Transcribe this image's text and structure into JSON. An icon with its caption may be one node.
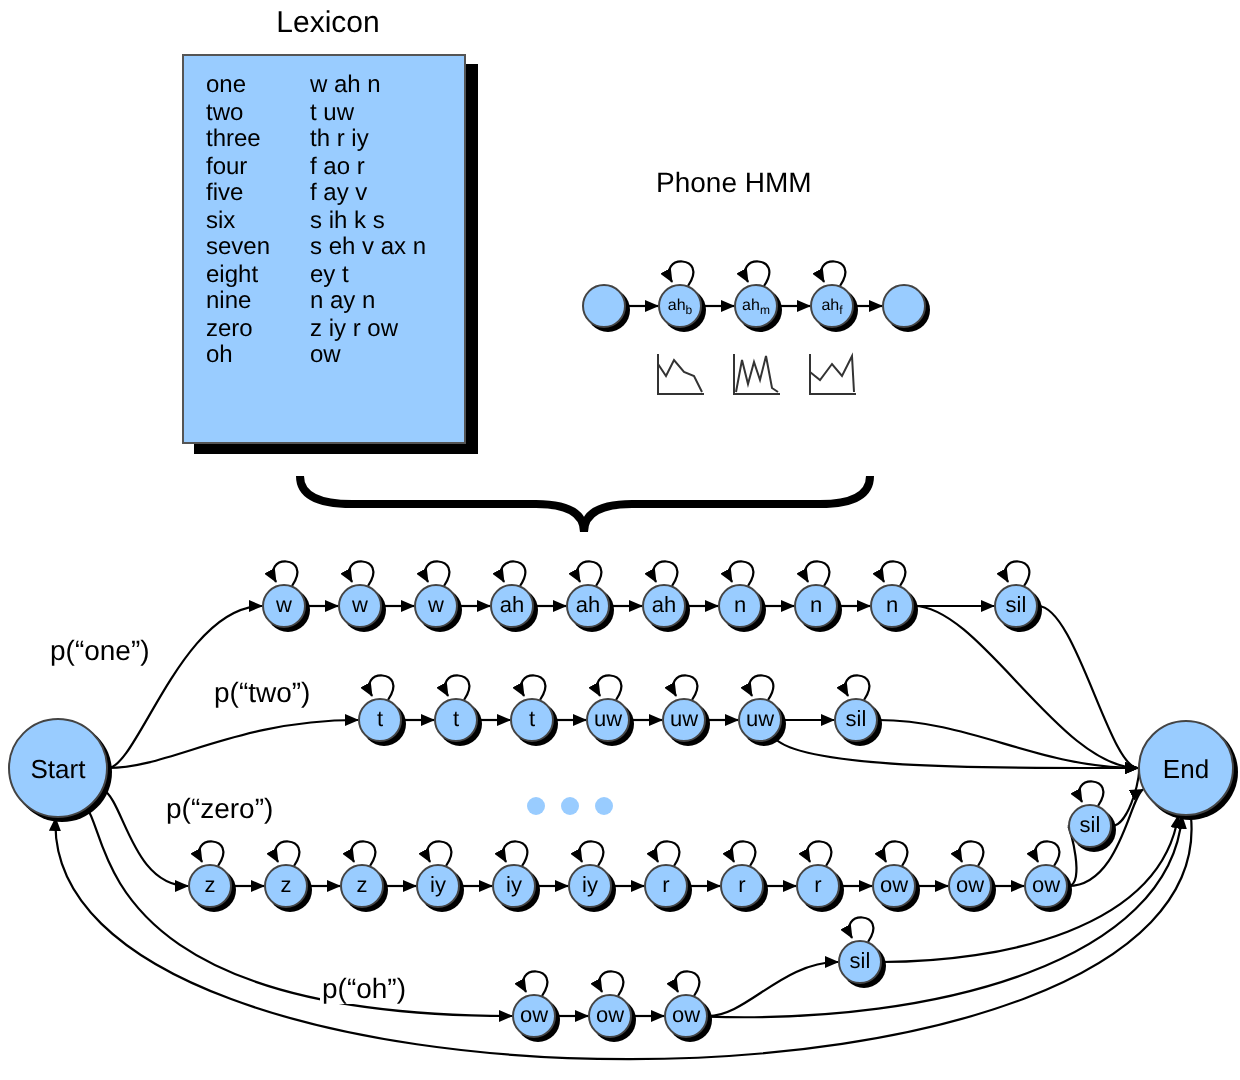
{
  "diagram": {
    "nodes": [
      {
        "text": [
          "Lexicon",
          "one",
          "w ah n",
          "two",
          "t uw",
          "three",
          "th r iy",
          "four",
          "f ao r",
          "five",
          "f ay v",
          "six",
          "s ih k s",
          "seven",
          "s eh v ax n",
          "eight",
          "ey t",
          "nine",
          "n ay n",
          "zero",
          "z iy r ow",
          "oh",
          "ow"
        ]
      },
      {
        "text": [],
        "shape": "circle"
      },
      {
        "text": [
          "ah$_{b}$"
        ]
      },
      {
        "text": [
          "ah$_{m}$"
        ]
      },
      {
        "text": [
          "ah$_{f}$"
        ]
      },
      {
        "text": [],
        "shape": "circle"
      },
      {
        "text": [
          "Start"
        ]
      },
      {
        "text": [
          "w"
        ]
      },
      {
        "text": [
          "w"
        ]
      },
      {
        "text": [
          "w"
        ]
      },
      {
        "text": [
          "ah"
        ]
      },
      {
        "text": [
          "ah"
        ]
      },
      {
        "text": [
          "ah"
        ]
      },
      {
        "text": [
          "n"
        ]
      },
      {
        "text": [
          "n"
        ]
      },
      {
        "text": [
          "n"
        ]
      },
      {
        "text": [
          "sil"
        ]
      },
      {
        "text": [
          "t"
        ]
      },
      {
        "text": [
          "t"
        ]
      },
      {
        "text": [
          "t"
        ]
      },
      {
        "text": [
          "uw"
        ]
      },
      {
        "text": [
          "uw"
        ]
      },
      {
        "text": [
          "uw"
        ]
      },
      {
        "text": [
          "sil"
        ]
      },
      {
        "text": [
          "z"
        ]
      },
      {
        "text": [
          "z"
        ]
      },
      {
        "text": [
          "z"
        ]
      },
      {
        "text": [
          "iy"
        ]
      },
      {
        "text": [
          "iy"
        ]
      },
      {
        "text": [
          "iy"
        ]
      },
      {
        "text": [
          "r"
        ]
      },
      {
        "text": [
          "r"
        ]
      },
      {
        "text": [
          "r"
        ]
      },
      {
        "text": [
          "ow"
        ]
      },
      {
        "text": [
          "ow"
        ]
      },
      {
        "text": [
          "ow"
        ]
      },
      {
        "text": [
          "sil"
        ]
      },
      {
        "text": [
          "ow"
        ]
      },
      {
        "text": [
          "ow"
        ]
      },
      {
        "text": [
          "ow"
        ]
      },
      {
        "text": [
          "sil"
        ]
      },
      {
        "text": [
          "End"
        ]
      }
    ],
    "edges": [
      {
        "from": 1,
        "to": 2,
        "arrow": "to"
      },
      {
        "from": 2,
        "to": 2,
        "arrow": "to"
      },
      {
        "from": 2,
        "to": 3,
        "arrow": "to"
      },
      {
        "from": 3,
        "to": 3,
        "arrow": "to"
      },
      {
        "from": 3,
        "to": 4,
        "arrow": "to"
      },
      {
        "from": 4,
        "to": 4,
        "arrow": "to"
      },
      {
        "from": 4,
        "to": 5,
        "arrow": "to"
      },
      {
        "from": 6,
        "to": 7,
        "arrow": "to",
        "label": "p(“one”)"
      },
      {
        "from": 6,
        "to": 17,
        "arrow": "to",
        "label": "p(“two”)"
      },
      {
        "from": 6,
        "to": 24,
        "arrow": "to",
        "label": "p(“zero”)"
      },
      {
        "from": 6,
        "to": 37,
        "arrow": "to",
        "label": "p(“oh”)"
      },
      {
        "from": 7,
        "to": 7,
        "arrow": "to"
      },
      {
        "from": 7,
        "to": 8,
        "arrow": "to"
      },
      {
        "from": 8,
        "to": 8,
        "arrow": "to"
      },
      {
        "from": 8,
        "to": 9,
        "arrow": "to"
      },
      {
        "from": 9,
        "to": 9,
        "arrow": "to"
      },
      {
        "from": 9,
        "to": 10,
        "arrow": "to"
      },
      {
        "from": 10,
        "to": 10,
        "arrow": "to"
      },
      {
        "from": 10,
        "to": 11,
        "arrow": "to"
      },
      {
        "from": 11,
        "to": 11,
        "arrow": "to"
      },
      {
        "from": 11,
        "to": 12,
        "arrow": "to"
      },
      {
        "from": 12,
        "to": 12,
        "arrow": "to"
      },
      {
        "from": 12,
        "to": 13,
        "arrow": "to"
      },
      {
        "from": 13,
        "to": 13,
        "arrow": "to"
      },
      {
        "from": 13,
        "to": 14,
        "arrow": "to"
      },
      {
        "from": 14,
        "to": 14,
        "arrow": "to"
      },
      {
        "from": 14,
        "to": 15,
        "arrow": "to"
      },
      {
        "from": 15,
        "to": 15,
        "arrow": "to"
      },
      {
        "from": 15,
        "to": 16,
        "arrow": "to"
      },
      {
        "from": 16,
        "to": 16,
        "arrow": "to"
      },
      {
        "from": 15,
        "to": 41,
        "arrow": "to"
      },
      {
        "from": 16,
        "to": 41,
        "arrow": "to"
      },
      {
        "from": 17,
        "to": 17,
        "arrow": "to"
      },
      {
        "from": 17,
        "to": 18,
        "arrow": "to"
      },
      {
        "from": 18,
        "to": 18,
        "arrow": "to"
      },
      {
        "from": 18,
        "to": 19,
        "arrow": "to"
      },
      {
        "from": 19,
        "to": 19,
        "arrow": "to"
      },
      {
        "from": 19,
        "to": 20,
        "arrow": "to"
      },
      {
        "from": 20,
        "to": 20,
        "arrow": "to"
      },
      {
        "from": 20,
        "to": 21,
        "arrow": "to"
      },
      {
        "from": 21,
        "to": 21,
        "arrow": "to"
      },
      {
        "from": 21,
        "to": 22,
        "arrow": "to"
      },
      {
        "from": 22,
        "to": 22,
        "arrow": "to"
      },
      {
        "from": 22,
        "to": 23,
        "arrow": "to"
      },
      {
        "from": 23,
        "to": 23,
        "arrow": "to"
      },
      {
        "from": 22,
        "to": 41,
        "arrow": "to"
      },
      {
        "from": 23,
        "to": 41,
        "arrow": "to"
      },
      {
        "from": 24,
        "to": 24,
        "arrow": "to"
      },
      {
        "from": 24,
        "to": 25,
        "arrow": "to"
      },
      {
        "from": 25,
        "to": 25,
        "arrow": "to"
      },
      {
        "from": 25,
        "to": 26,
        "arrow": "to"
      },
      {
        "from": 26,
        "to": 26,
        "arrow": "to"
      },
      {
        "from": 26,
        "to": 27,
        "arrow": "to"
      },
      {
        "from": 27,
        "to": 27,
        "arrow": "to"
      },
      {
        "from": 27,
        "to": 28,
        "arrow": "to"
      },
      {
        "from": 28,
        "to": 28,
        "arrow": "to"
      },
      {
        "from": 28,
        "to": 29,
        "arrow": "to"
      },
      {
        "from": 29,
        "to": 29,
        "arrow": "to"
      },
      {
        "from": 29,
        "to": 30,
        "arrow": "to"
      },
      {
        "from": 30,
        "to": 30,
        "arrow": "to"
      },
      {
        "from": 30,
        "to": 31,
        "arrow": "to"
      },
      {
        "from": 31,
        "to": 31,
        "arrow": "to"
      },
      {
        "from": 31,
        "to": 32,
        "arrow": "to"
      },
      {
        "from": 32,
        "to": 32,
        "arrow": "to"
      },
      {
        "from": 32,
        "to": 33,
        "arrow": "to"
      },
      {
        "from": 33,
        "to": 33,
        "arrow": "to"
      },
      {
        "from": 33,
        "to": 34,
        "arrow": "to"
      },
      {
        "from": 34,
        "to": 34,
        "arrow": "to"
      },
      {
        "from": 34,
        "to": 35,
        "arrow": "to"
      },
      {
        "from": 35,
        "to": 35,
        "arrow": "to"
      },
      {
        "from": 35,
        "to": 36,
        "arrow": "to"
      },
      {
        "from": 36,
        "to": 36,
        "arrow": "to"
      },
      {
        "from": 35,
        "to": 41,
        "arrow": "to"
      },
      {
        "from": 36,
        "to": 41,
        "arrow": "to"
      },
      {
        "from": 37,
        "to": 37,
        "arrow": "to"
      },
      {
        "from": 37,
        "to": 38,
        "arrow": "to"
      },
      {
        "from": 38,
        "to": 38,
        "arrow": "to"
      },
      {
        "from": 38,
        "to": 39,
        "arrow": "to"
      },
      {
        "from": 39,
        "to": 39,
        "arrow": "to"
      },
      {
        "from": 39,
        "to": 40,
        "arrow": "to"
      },
      {
        "from": 40,
        "to": 40,
        "arrow": "to"
      },
      {
        "from": 39,
        "to": 41,
        "arrow": "to"
      },
      {
        "from": 40,
        "to": 41,
        "arrow": "to"
      },
      {
        "from": 41,
        "to": 6,
        "arrow": "to"
      }
    ],
    "labels": [
      "Phone HMM"
    ]
  }
}
